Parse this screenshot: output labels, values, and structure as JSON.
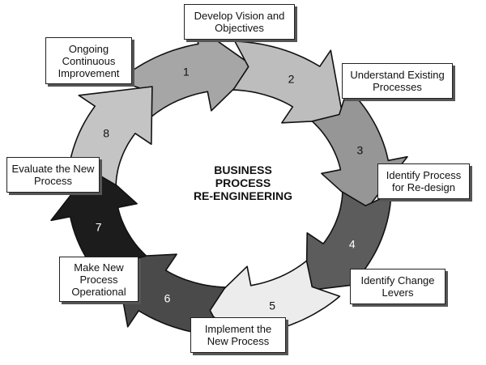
{
  "center_title": [
    "BUSINESS",
    "PROCESS",
    "RE-ENGINEERING"
  ],
  "steps": [
    {
      "number": "1",
      "label": "Develop Vision and Objectives",
      "fill": "#a6a6a6",
      "text_color": "#111111"
    },
    {
      "number": "2",
      "label": "Understand Existing Processes",
      "fill": "#bdbdbd",
      "text_color": "#111111"
    },
    {
      "number": "3",
      "label": "Identify Process for Re-design",
      "fill": "#969696",
      "text_color": "#111111"
    },
    {
      "number": "4",
      "label": "Identify Change Levers",
      "fill": "#5c5c5c",
      "text_color": "#ffffff"
    },
    {
      "number": "5",
      "label": "Implement the New Process",
      "fill": "#ececec",
      "text_color": "#111111"
    },
    {
      "number": "6",
      "label": "Make New Process Operational",
      "fill": "#4a4a4a",
      "text_color": "#ffffff"
    },
    {
      "number": "7",
      "label": "Evaluate the New Process",
      "fill": "#1c1c1c",
      "text_color": "#ffffff"
    },
    {
      "number": "8",
      "label": "Ongoing Continuous Improvement",
      "fill": "#c4c4c4",
      "text_color": "#111111"
    }
  ],
  "outline_color": "#111111"
}
